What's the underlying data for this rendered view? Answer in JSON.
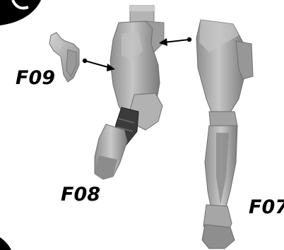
{
  "labels": {
    "f09": "F09",
    "f08": "F08",
    "f07": "F07"
  },
  "colors": {
    "background": "#ffffff",
    "part_fill": "#a9a9a9",
    "part_shadow": "#7d7d7d",
    "part_highlight": "#cfcfcf",
    "part_dark": "#3a3a3a",
    "corner_badge": "#000000",
    "arrow": "#000000"
  },
  "parts": [
    {
      "id": "F09",
      "description_icon": "small-bracket-part"
    },
    {
      "id": "F08",
      "description_icon": "bent-leg-part"
    },
    {
      "id": "F07",
      "description_icon": "straight-leg-part"
    }
  ]
}
